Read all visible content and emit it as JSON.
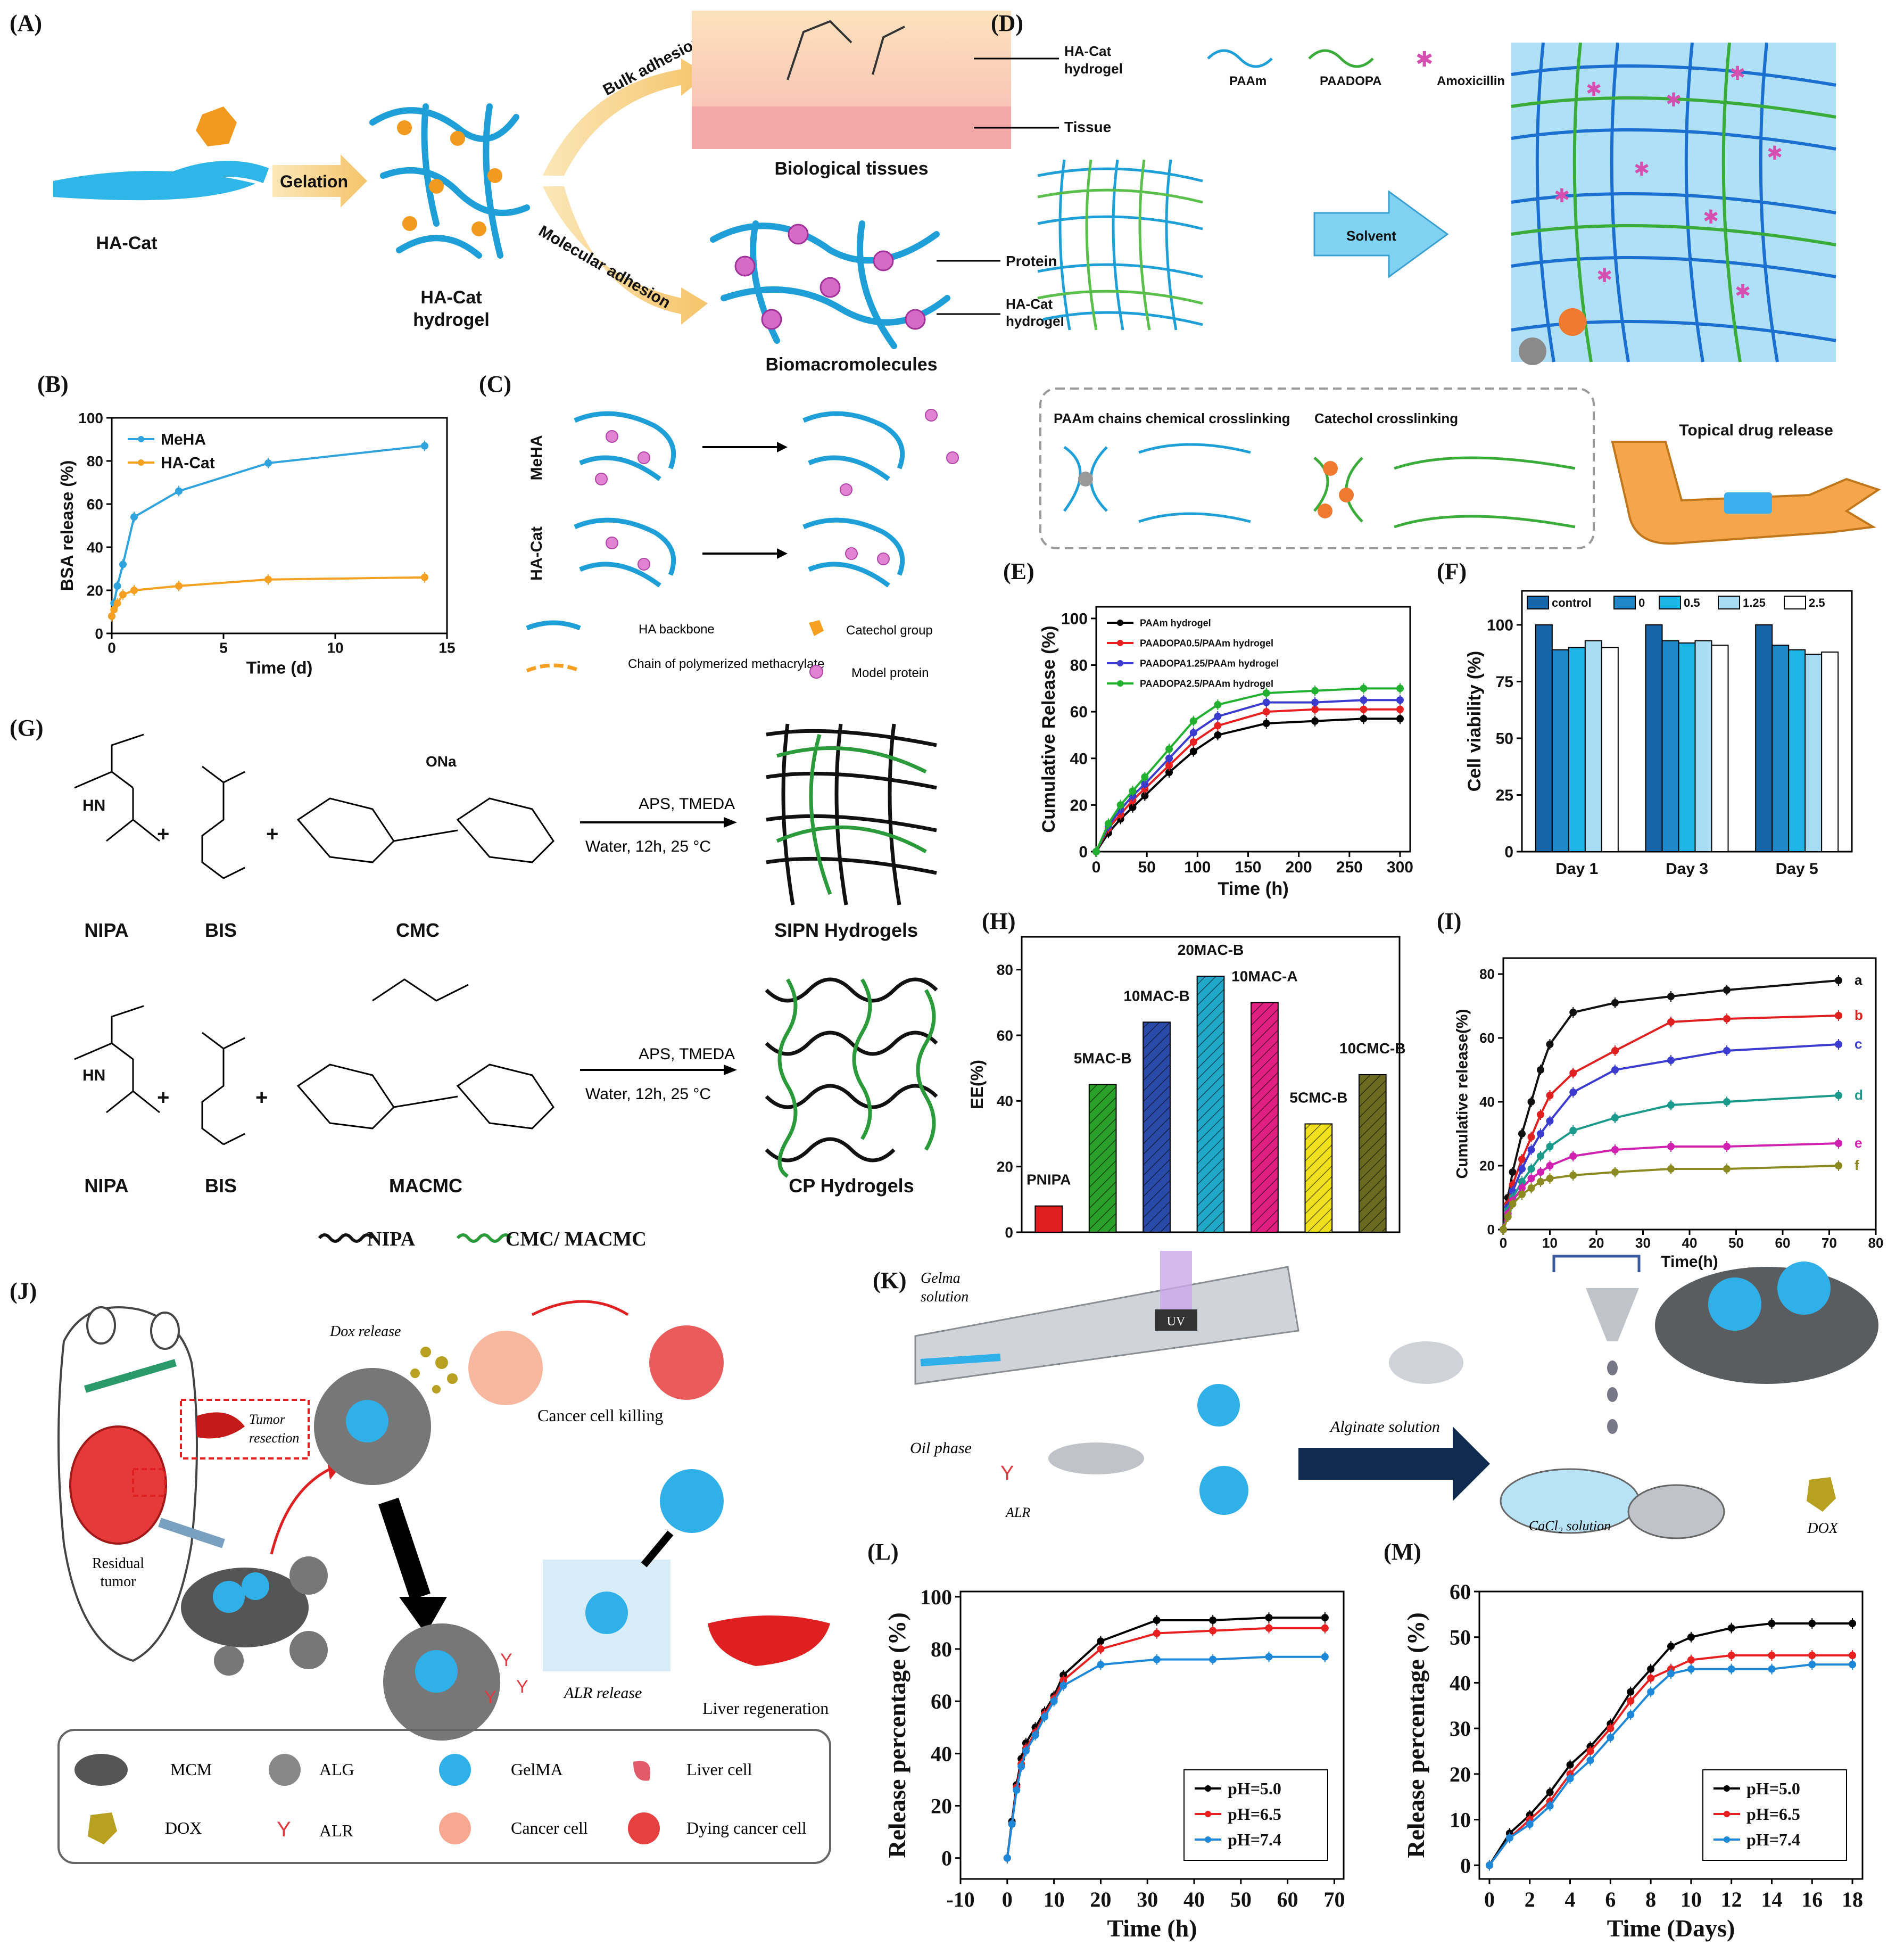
{
  "panels": {
    "A": {
      "letter": "(A)",
      "ha_cat": "HA-Cat",
      "gelation": "Gelation",
      "hydrogel": "HA-Cat hydrogel",
      "bulk_adhesion": "Bulk adhesion",
      "molecular_adhesion": "Molecular adhesion",
      "tissue_callout_hydrogel": "HA-Cat hydrogel",
      "tissue_callout_tissue": "Tissue",
      "biological_tissues": "Biological tissues",
      "bio_callout_protein": "Protein",
      "bio_callout_hydrogel": "HA-Cat hydrogel",
      "biomacromolecules": "Biomacromolecules"
    },
    "B": {
      "letter": "(B)"
    },
    "C": {
      "letter": "(C)",
      "row1": "MeHA",
      "row2": "HA-Cat",
      "legend_backbone": "HA backbone",
      "legend_catechol": "Catechol group",
      "legend_chain": "Chain of polymerized methacrylate",
      "legend_protein": "Model protein"
    },
    "D": {
      "letter": "(D)",
      "paam": "PAAm",
      "paadopa": "PAADOPA",
      "amoxicillin": "Amoxicillin",
      "solvent": "Solvent",
      "chem_crosslink": "PAAm chains chemical crosslinking",
      "catechol_crosslink": "Catechol crosslinking",
      "topical": "Topical drug release"
    },
    "E": {
      "letter": "(E)"
    },
    "F": {
      "letter": "(F)"
    },
    "G": {
      "letter": "(G)",
      "nipa": "NIPA",
      "bis": "BIS",
      "cmc": "CMC",
      "macmc": "MACMC",
      "reagents": "APS, TMEDA",
      "conditions": "Water, 12h, 25 °C",
      "sipn": "SIPN Hydrogels",
      "cp": "CP Hydrogels",
      "legend_nipa": "NIPA",
      "legend_cmc": "CMC/ MACMC"
    },
    "H": {
      "letter": "(H)"
    },
    "I": {
      "letter": "(I)"
    },
    "J": {
      "letter": "(J)",
      "dox_release": "Dox release",
      "tumor_resection": "Tumor resection",
      "cancer_killing": "Cancer cell killing",
      "residual_tumor": "Residual tumor",
      "alr_release": "ALR release",
      "liver_regen": "Liver regeneration",
      "legend": [
        "MCM",
        "ALG",
        "GelMA",
        "Liver cell",
        "DOX",
        "ALR",
        "Cancer cell",
        "Dying cancer cell"
      ]
    },
    "K": {
      "letter": "(K)",
      "gelma_solution": "Gelma solution",
      "oil_phase": "Oil phase",
      "uv": "UV",
      "alr": "ALR",
      "alginate": "Alginate solution",
      "cacl2": "CaCl₂ solution",
      "dox": "DOX"
    },
    "L": {
      "letter": "(L)"
    },
    "M": {
      "letter": "(M)"
    }
  },
  "chart_data": [
    {
      "id": "B",
      "type": "line",
      "xlabel": "Time (d)",
      "ylabel": "BSA release (%)",
      "xlim": [
        0,
        15
      ],
      "ylim": [
        0,
        100
      ],
      "xticks": [
        0,
        5,
        10,
        15
      ],
      "yticks": [
        0,
        20,
        40,
        60,
        80,
        100
      ],
      "series": [
        {
          "name": "MeHA",
          "color": "#2ea3dd",
          "x": [
            0,
            0.1,
            0.25,
            0.5,
            1,
            3,
            7,
            14
          ],
          "y": [
            8,
            14,
            22,
            32,
            54,
            66,
            79,
            87
          ]
        },
        {
          "name": "HA-Cat",
          "color": "#f5a020",
          "x": [
            0,
            0.1,
            0.25,
            0.5,
            1,
            3,
            7,
            14
          ],
          "y": [
            8,
            11,
            14,
            18,
            20,
            22,
            25,
            26
          ]
        }
      ]
    },
    {
      "id": "E",
      "type": "line",
      "xlabel": "Time (h)",
      "ylabel": "Cumulative Release (%)",
      "xlim": [
        0,
        310
      ],
      "ylim": [
        0,
        105
      ],
      "xticks": [
        0,
        50,
        100,
        150,
        200,
        250,
        300
      ],
      "yticks": [
        0,
        20,
        40,
        60,
        80,
        100
      ],
      "series": [
        {
          "name": "PAAm hydrogel",
          "color": "#000000",
          "x": [
            0,
            12,
            24,
            36,
            48,
            72,
            96,
            120,
            168,
            216,
            264,
            300
          ],
          "y": [
            0,
            8,
            14,
            19,
            24,
            34,
            43,
            50,
            55,
            56,
            57,
            57
          ]
        },
        {
          "name": "PAADOPA0.5/PAAm hydrogel",
          "color": "#e82020",
          "x": [
            0,
            12,
            24,
            36,
            48,
            72,
            96,
            120,
            168,
            216,
            264,
            300
          ],
          "y": [
            0,
            10,
            16,
            22,
            27,
            37,
            47,
            54,
            60,
            61,
            61,
            61
          ]
        },
        {
          "name": "PAADOPA1.25/PAAm hydrogel",
          "color": "#3b3bd0",
          "x": [
            0,
            12,
            24,
            36,
            48,
            72,
            96,
            120,
            168,
            216,
            264,
            300
          ],
          "y": [
            0,
            11,
            18,
            24,
            29,
            40,
            51,
            58,
            64,
            64,
            65,
            65
          ]
        },
        {
          "name": "PAADOPA2.5/PAAm hydrogel",
          "color": "#22b030",
          "x": [
            0,
            12,
            24,
            36,
            48,
            72,
            96,
            120,
            168,
            216,
            264,
            300
          ],
          "y": [
            0,
            12,
            20,
            26,
            32,
            44,
            56,
            63,
            68,
            69,
            70,
            70
          ]
        }
      ]
    },
    {
      "id": "F",
      "type": "bar",
      "ylabel": "Cell viability (%)",
      "ylim": [
        0,
        115
      ],
      "yticks": [
        0,
        25,
        50,
        75,
        100
      ],
      "categories": [
        "Day 1",
        "Day 3",
        "Day 5"
      ],
      "series": [
        {
          "name": "control",
          "color": "#1565a8",
          "values": [
            100,
            100,
            100
          ]
        },
        {
          "name": "0",
          "color": "#1e88c8",
          "values": [
            89,
            93,
            91
          ]
        },
        {
          "name": "0.5",
          "color": "#1fb5e8",
          "values": [
            90,
            92,
            89
          ]
        },
        {
          "name": "1.25",
          "color": "#a8dcf2",
          "values": [
            93,
            93,
            87
          ]
        },
        {
          "name": "2.5",
          "color": "#ffffff",
          "values": [
            90,
            91,
            88
          ]
        }
      ]
    },
    {
      "id": "H",
      "type": "bar",
      "ylabel": "EE(%)",
      "ylim": [
        0,
        90
      ],
      "yticks": [
        0,
        20,
        40,
        60,
        80
      ],
      "categories": [
        "PNIPA",
        "5MAC-B",
        "10MAC-B",
        "20MAC-B",
        "10MAC-A",
        "5CMC-B",
        "10CMC-B"
      ],
      "values": [
        8,
        45,
        64,
        78,
        70,
        33,
        48
      ],
      "colors": [
        "#e02020",
        "#2aa02a",
        "#2a4aa8",
        "#20a8c8",
        "#e02080",
        "#f0e020",
        "#6a6a20"
      ]
    },
    {
      "id": "I",
      "type": "line",
      "xlabel": "Time(h)",
      "ylabel": "Cumulative release(%)",
      "xlim": [
        0,
        80
      ],
      "ylim": [
        0,
        85
      ],
      "xticks": [
        0,
        10,
        20,
        30,
        40,
        50,
        60,
        70,
        80
      ],
      "yticks": [
        0,
        20,
        40,
        60,
        80
      ],
      "series": [
        {
          "name": "a",
          "color": "#111111",
          "x": [
            0,
            1,
            2,
            4,
            6,
            8,
            10,
            15,
            24,
            36,
            48,
            72
          ],
          "y": [
            0,
            10,
            18,
            30,
            40,
            50,
            58,
            68,
            71,
            73,
            75,
            78
          ]
        },
        {
          "name": "b",
          "color": "#e02020",
          "x": [
            0,
            1,
            2,
            4,
            6,
            8,
            10,
            15,
            24,
            36,
            48,
            72
          ],
          "y": [
            0,
            8,
            14,
            22,
            29,
            36,
            42,
            49,
            56,
            65,
            66,
            67
          ]
        },
        {
          "name": "c",
          "color": "#3b3bd0",
          "x": [
            0,
            1,
            2,
            4,
            6,
            8,
            10,
            15,
            24,
            36,
            48,
            72
          ],
          "y": [
            0,
            7,
            12,
            19,
            25,
            30,
            34,
            43,
            50,
            53,
            56,
            58
          ]
        },
        {
          "name": "d",
          "color": "#1a9a8a",
          "x": [
            0,
            1,
            2,
            4,
            6,
            8,
            10,
            15,
            24,
            36,
            48,
            72
          ],
          "y": [
            0,
            6,
            10,
            15,
            19,
            23,
            26,
            31,
            35,
            39,
            40,
            42
          ]
        },
        {
          "name": "e",
          "color": "#d020b0",
          "x": [
            0,
            1,
            2,
            4,
            6,
            8,
            10,
            15,
            24,
            36,
            48,
            72
          ],
          "y": [
            0,
            5,
            9,
            13,
            16,
            18,
            20,
            23,
            25,
            26,
            26,
            27
          ]
        },
        {
          "name": "f",
          "color": "#8a8a20",
          "x": [
            0,
            1,
            2,
            4,
            6,
            8,
            10,
            15,
            24,
            36,
            48,
            72
          ],
          "y": [
            0,
            4,
            8,
            11,
            13,
            15,
            16,
            17,
            18,
            19,
            19,
            20
          ]
        }
      ]
    },
    {
      "id": "L",
      "type": "line",
      "xlabel": "Time (h)",
      "ylabel": "Release percentage (%)",
      "xlim": [
        -10,
        72
      ],
      "ylim": [
        -8,
        102
      ],
      "xticks": [
        -10,
        0,
        10,
        20,
        30,
        40,
        50,
        60,
        70
      ],
      "yticks": [
        0,
        20,
        40,
        60,
        80,
        100
      ],
      "series": [
        {
          "name": "pH=5.0",
          "color": "#000000",
          "x": [
            0,
            1,
            2,
            3,
            4,
            6,
            8,
            10,
            12,
            20,
            32,
            44,
            56,
            68
          ],
          "y": [
            0,
            14,
            28,
            38,
            44,
            50,
            56,
            62,
            70,
            83,
            91,
            91,
            92,
            92
          ]
        },
        {
          "name": "pH=6.5",
          "color": "#e82020",
          "x": [
            0,
            1,
            2,
            3,
            4,
            6,
            8,
            10,
            12,
            20,
            32,
            44,
            56,
            68
          ],
          "y": [
            0,
            13,
            27,
            36,
            42,
            48,
            55,
            61,
            68,
            80,
            86,
            87,
            88,
            88
          ]
        },
        {
          "name": "pH=7.4",
          "color": "#1e88d8",
          "x": [
            0,
            1,
            2,
            3,
            4,
            6,
            8,
            10,
            12,
            20,
            32,
            44,
            56,
            68
          ],
          "y": [
            0,
            13,
            26,
            35,
            41,
            47,
            54,
            60,
            66,
            74,
            76,
            76,
            77,
            77
          ]
        }
      ]
    },
    {
      "id": "M",
      "type": "line",
      "xlabel": "Time (Days)",
      "ylabel": "Release percentage (%)",
      "xlim": [
        -0.5,
        18.5
      ],
      "ylim": [
        -3,
        60
      ],
      "xticks": [
        0,
        2,
        4,
        6,
        8,
        10,
        12,
        14,
        16,
        18
      ],
      "yticks": [
        0,
        10,
        20,
        30,
        40,
        50,
        60
      ],
      "series": [
        {
          "name": "pH=5.0",
          "color": "#000000",
          "x": [
            0,
            1,
            2,
            3,
            4,
            5,
            6,
            7,
            8,
            9,
            10,
            12,
            14,
            16,
            18
          ],
          "y": [
            0,
            7,
            11,
            16,
            22,
            26,
            31,
            38,
            43,
            48,
            50,
            52,
            53,
            53,
            53
          ]
        },
        {
          "name": "pH=6.5",
          "color": "#e82020",
          "x": [
            0,
            1,
            2,
            3,
            4,
            5,
            6,
            7,
            8,
            9,
            10,
            12,
            14,
            16,
            18
          ],
          "y": [
            0,
            6,
            10,
            14,
            20,
            25,
            30,
            36,
            41,
            43,
            45,
            46,
            46,
            46,
            46
          ]
        },
        {
          "name": "pH=7.4",
          "color": "#1e88d8",
          "x": [
            0,
            1,
            2,
            3,
            4,
            5,
            6,
            7,
            8,
            9,
            10,
            12,
            14,
            16,
            18
          ],
          "y": [
            0,
            6,
            9,
            13,
            19,
            23,
            28,
            33,
            38,
            42,
            43,
            43,
            43,
            44,
            44
          ]
        }
      ]
    }
  ]
}
